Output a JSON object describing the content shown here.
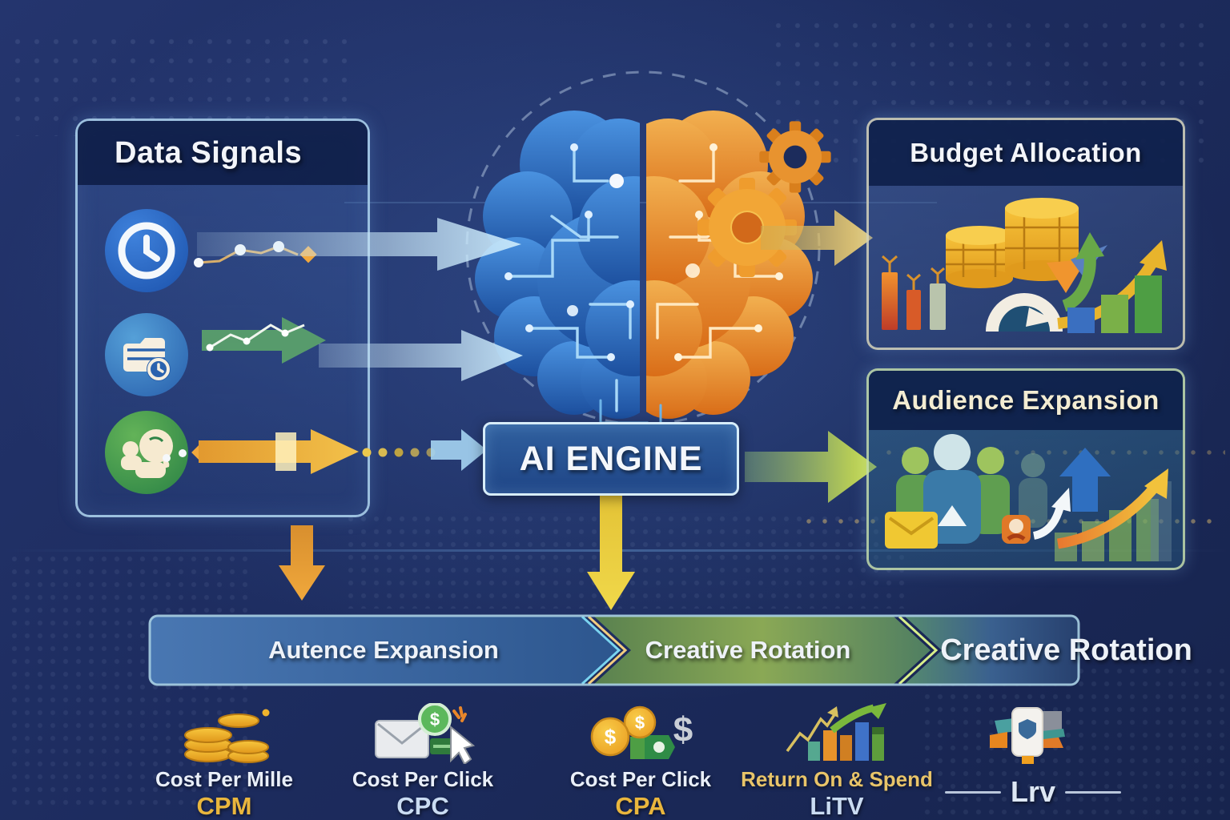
{
  "palette": {
    "background_navy": "#1d2c5f",
    "panel_border_blue": "#b0d6f0",
    "header_band": "#0e1c46",
    "gold": "#e9b63d",
    "orange": "#e8862a",
    "arrow_blue": "#a9d3ef",
    "arrow_green": "#5faa69",
    "arrow_yellow_green": "#cde04e",
    "brain_blue": "#2f6fc0",
    "brain_orange": "#e8862a",
    "cream_text": "#f3ecd2"
  },
  "glyphs": {
    "dollar": "$"
  },
  "data_signals": {
    "title": "Data Signals",
    "rows": [
      {
        "icon": "clock-icon"
      },
      {
        "icon": "data-folder-icon"
      },
      {
        "icon": "audience-people-icon"
      }
    ]
  },
  "ai_engine": {
    "label": "AI ENGINE"
  },
  "budget_allocation": {
    "title": "Budget Allocation",
    "icons": [
      "coin-stacks-icon",
      "candle-bars-icon",
      "gauge-icon",
      "funnel-icon",
      "green-growth-arrow-icon",
      "gold-growth-arrow-icon",
      "bar-chart-icon"
    ]
  },
  "audience_expansion": {
    "title": "Audience Expansion",
    "icons": [
      "people-group-icon",
      "envelope-icon",
      "badge-icon",
      "white-curve-arrow-icon",
      "blue-up-arrow-icon",
      "gold-growth-arrow-icon",
      "bar-chart-icon"
    ]
  },
  "banner": {
    "segments": [
      {
        "label": "Autence Expansion"
      },
      {
        "label": "Creative Rotation"
      },
      {
        "label": "Creative Rotation"
      }
    ]
  },
  "metrics": [
    {
      "label": "Cost Per Mille",
      "abbr": "CPM",
      "icon": "gold-coins-icon"
    },
    {
      "label": "Cost Per Click",
      "abbr": "CPC",
      "icon": "envelope-click-icon"
    },
    {
      "label": "Cost Per Click",
      "abbr": "CPA",
      "icon": "dollar-coins-icon"
    },
    {
      "label": "Return On & Spend",
      "abbr": "LiTV",
      "icon": "growth-bars-icon"
    },
    {
      "label": "",
      "abbr": "Lrv",
      "icon": "storefront-card-icon"
    }
  ]
}
